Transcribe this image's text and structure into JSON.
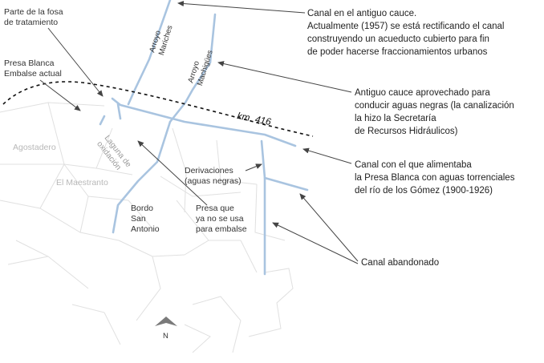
{
  "annotations": {
    "canal_antiguo": {
      "title": "Canal en el antiguo cauce.",
      "lines": [
        "Actualmente (1957) se está rectificando el canal",
        "construyendo un acueducto cubierto para fin",
        "de poder hacerse fraccionamientos urbanos"
      ]
    },
    "antiguo_cauce": {
      "lines": [
        "Antiguo cauce aprovechado para",
        "conducir aguas negras (la canalización",
        "la hizo la Secretaría",
        "de Recursos Hidráulicos)"
      ]
    },
    "canal_presa": {
      "lines": [
        "Canal con el que alimentaba",
        "la Presa Blanca con aguas torrenciales",
        "del río de los Gómez (1900-1926)"
      ]
    },
    "canal_abandonado": "Canal abandonado"
  },
  "labels": {
    "fosa": [
      "Parte de la fosa",
      "de tratamiento"
    ],
    "presa_blanca": [
      "Presa Blanca",
      "Embalse actual"
    ],
    "arroyo_mariches": [
      "Arroyo",
      "Mariches"
    ],
    "arroyo_machigues": [
      "Arroyo",
      "Machigües"
    ],
    "km": "km. 416",
    "agostadero": "Agostadero",
    "laguna": [
      "Laguna de",
      "oxidación"
    ],
    "el_maestranto": "El Maestranto",
    "derivaciones": [
      "Derivaciones",
      "(aguas negras)"
    ],
    "presa_que": [
      "Presa que",
      "ya no se usa",
      "para embalse"
    ],
    "bordo": [
      "Bordo",
      "San",
      "Antonio"
    ],
    "north": "N"
  },
  "colors": {
    "canal": "#a9c4e0",
    "street": "#e0e0e0",
    "arrow": "#444444",
    "dashed": "#111111"
  }
}
